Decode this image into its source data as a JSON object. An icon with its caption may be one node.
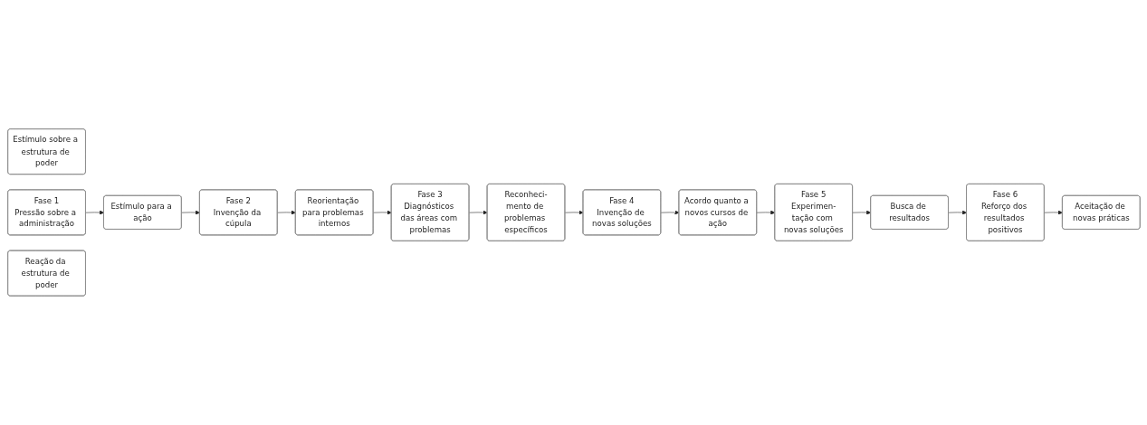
{
  "diagram": {
    "nodes": [
      {
        "text": [
          "Estímulo sobre a estrutura de poder"
        ]
      },
      {
        "text": [
          "Fase 1",
          "Pressão sobre a administração"
        ]
      },
      {
        "text": [
          "Fase 2",
          "Invenção da cúpula"
        ]
      },
      {
        "text": [
          "Fase 3",
          "Diagnósticos das áreas com problemas"
        ]
      },
      {
        "text": [
          "Fase 4",
          "Invenção de novas soluções"
        ]
      },
      {
        "text": [
          "Fase 5",
          "Experimen-tação com novas soluções"
        ]
      },
      {
        "text": [
          "Fase 6",
          "Reforço dos resultados positivos"
        ]
      },
      {
        "text": [
          "Reação da estrutura de poder"
        ]
      },
      {
        "text": [
          "Estímulo para a ação"
        ]
      },
      {
        "text": [
          "Reorientação para problemas internos"
        ]
      },
      {
        "text": [
          "Reconheci-mento de problemas específicos"
        ]
      },
      {
        "text": [
          "Acordo quanto a novos cursos de ação"
        ]
      },
      {
        "text": [
          "Busca de resultados"
        ]
      },
      {
        "text": [
          "Aceitação de novas práticas"
        ]
      }
    ],
    "edges": [
      {
        "from": 1,
        "to": 8,
        "arrow": "to"
      },
      {
        "from": 8,
        "to": 2,
        "arrow": "to"
      },
      {
        "from": 2,
        "to": 9,
        "arrow": "to"
      },
      {
        "from": 9,
        "to": 3,
        "arrow": "to"
      },
      {
        "from": 3,
        "to": 10,
        "arrow": "to"
      },
      {
        "from": 10,
        "to": 4,
        "arrow": "to"
      },
      {
        "from": 4,
        "to": 11,
        "arrow": "to"
      },
      {
        "from": 11,
        "to": 5,
        "arrow": "to"
      },
      {
        "from": 5,
        "to": 12,
        "arrow": "to"
      },
      {
        "from": 12,
        "to": 6,
        "arrow": "to"
      },
      {
        "from": 6,
        "to": 13,
        "arrow": "to"
      }
    ]
  }
}
